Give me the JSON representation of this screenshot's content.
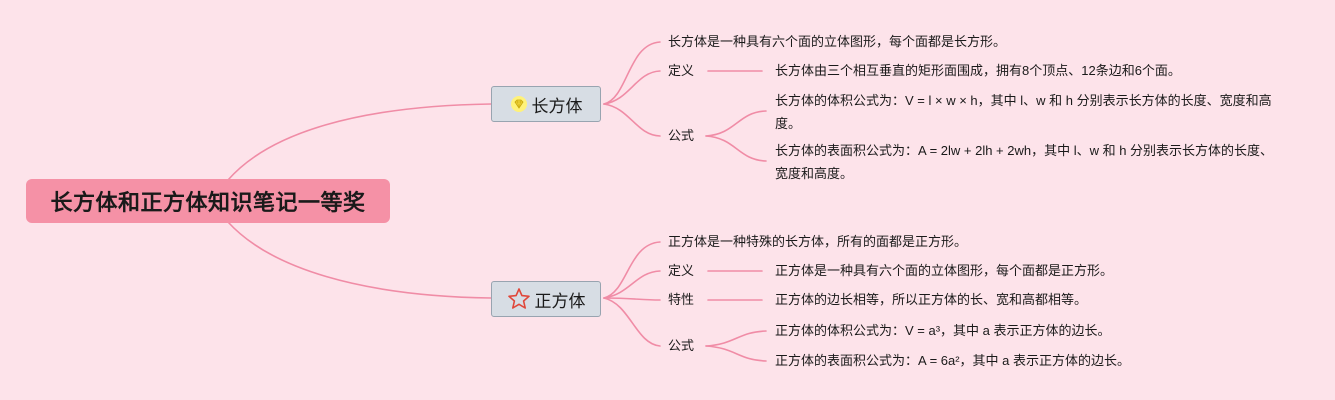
{
  "root": {
    "label": "长方体和正方体知识笔记一等奖"
  },
  "cuboid": {
    "label": "长方体",
    "icon": "diamond-icon",
    "desc": "长方体是一种具有六个面的立体图形，每个面都是长方形。",
    "def_label": "定义",
    "def_text": "长方体由三个相互垂直的矩形面围成，拥有8个顶点、12条边和6个面。",
    "formula_label": "公式",
    "volume_formula": "长方体的体积公式为：V = l × w × h，其中 l、w 和 h 分别表示长方体的长度、宽度和高度。",
    "surface_formula": "长方体的表面积公式为：A = 2lw + 2lh + 2wh，其中 l、w 和 h 分别表示长方体的长度、宽度和高度。"
  },
  "cube": {
    "label": "正方体",
    "icon": "star-icon",
    "desc": "正方体是一种特殊的长方体，所有的面都是正方形。",
    "def_label": "定义",
    "def_text": "正方体是一种具有六个面的立体图形，每个面都是正方形。",
    "prop_label": "特性",
    "prop_text": "正方体的边长相等，所以正方体的长、宽和高都相等。",
    "formula_label": "公式",
    "volume_formula": "正方体的体积公式为：V = a³，其中 a 表示正方体的边长。",
    "surface_formula": "正方体的表面积公式为：A = 6a²，其中 a 表示正方体的边长。"
  },
  "colors": {
    "background": "#fde3ea",
    "root": "#f591a6",
    "connector": "#f08ca6",
    "node": "#d7dde4"
  }
}
